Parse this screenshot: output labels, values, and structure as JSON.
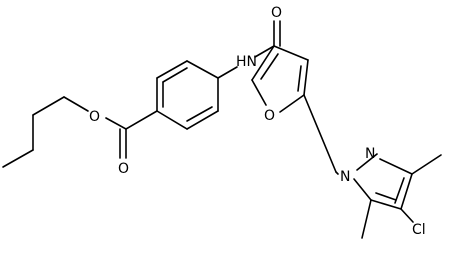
{
  "molecule": {
    "atoms": [
      {
        "id": "o_carbonyl_amide",
        "label": "O"
      },
      {
        "id": "nh_amide",
        "label": "HN"
      },
      {
        "id": "o_furan",
        "label": "O"
      },
      {
        "id": "o_ester_single",
        "label": "O"
      },
      {
        "id": "o_ester_carbonyl",
        "label": "O"
      },
      {
        "id": "n_pyrazole_1",
        "label": "N"
      },
      {
        "id": "n_pyrazole_2",
        "label": "N"
      },
      {
        "id": "cl",
        "label": "Cl"
      }
    ]
  }
}
